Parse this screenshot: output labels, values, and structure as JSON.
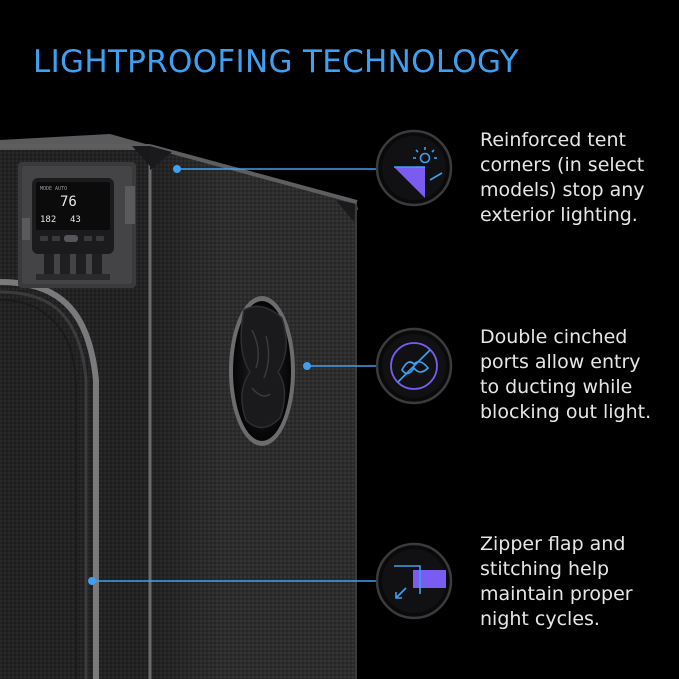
{
  "headline": "LIGHTPROOFING TECHNOLOGY",
  "features": [
    {
      "icon": "tent-corner-light-icon",
      "text": "Reinforced tent\ncorners (in select\nmodels) stop any\nexterior lighting."
    },
    {
      "icon": "cinched-port-icon",
      "text": "Double cinched\nports allow entry\nto ducting while\nblocking out light."
    },
    {
      "icon": "zipper-flap-icon",
      "text": "Zipper flap and\nstitching help\nmaintain proper\nnight cycles."
    }
  ],
  "controller_display": {
    "main_reading": "76",
    "secondary_reading": "182",
    "tertiary_reading": "43"
  },
  "colors": {
    "accent_blue": "#3fa0f0",
    "icon_purple": "#7a5cf0",
    "background": "#000000",
    "tent_fabric": "#2b2b2c"
  }
}
